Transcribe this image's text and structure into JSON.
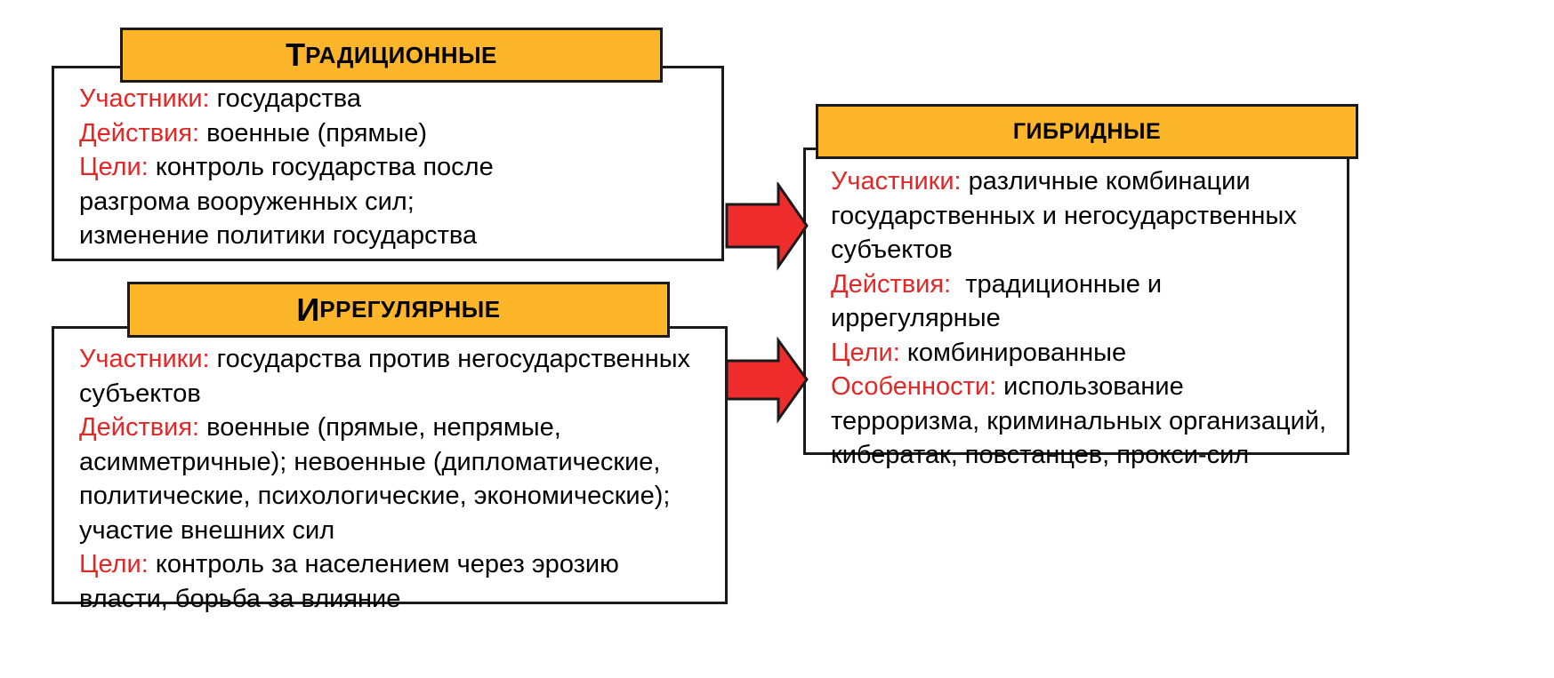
{
  "colors": {
    "header_fill": "#FDB52A",
    "label_red": "#E32626",
    "arrow_red": "#EE2C2C"
  },
  "traditional": {
    "title_first": "Т",
    "title_rest": "РАДИЦИОННЫЕ",
    "lines": [
      {
        "label": "Участники:",
        "text": " государства"
      },
      {
        "label": "Действия:",
        "text": " военные (прямые)"
      },
      {
        "label": "Цели:",
        "text": " контроль государства после"
      },
      {
        "label": "",
        "text": "разгрома вооруженных сил;"
      },
      {
        "label": "",
        "text": "изменение политики государства"
      }
    ]
  },
  "irregular": {
    "title_first": "И",
    "title_rest": "РРЕГУЛЯРНЫЕ",
    "lines": [
      {
        "label": "Участники:",
        "text": " государства против негосударственных"
      },
      {
        "label": "",
        "text": "субъектов"
      },
      {
        "label": "Действия:",
        "text": " военные (прямые, непрямые,"
      },
      {
        "label": "",
        "text": "асимметричные); невоенные (дипломатические,"
      },
      {
        "label": "",
        "text": "политические, психологические, экономические);"
      },
      {
        "label": "",
        "text": "участие внешних сил"
      },
      {
        "label": "Цели:",
        "text": " контроль за населением через эрозию"
      },
      {
        "label": "",
        "text": "власти, борьба за влияние"
      }
    ]
  },
  "hybrid": {
    "title": "ГИБРИДНЫЕ",
    "lines": [
      {
        "label": "Участники:",
        "text": " различные комбинации"
      },
      {
        "label": "",
        "text": "государственных и негосударственных"
      },
      {
        "label": "",
        "text": "субъектов"
      },
      {
        "label": "Действия:",
        "text": "  традиционные и"
      },
      {
        "label": "",
        "text": "иррегулярные"
      },
      {
        "label": "Цели:",
        "text": " комбинированные"
      },
      {
        "label": "Особенности:",
        "text": " использование"
      },
      {
        "label": "",
        "text": "терроризма, криминальных организаций,"
      },
      {
        "label": "",
        "text": "кибератак, повстанцев, прокси-сил"
      }
    ]
  }
}
